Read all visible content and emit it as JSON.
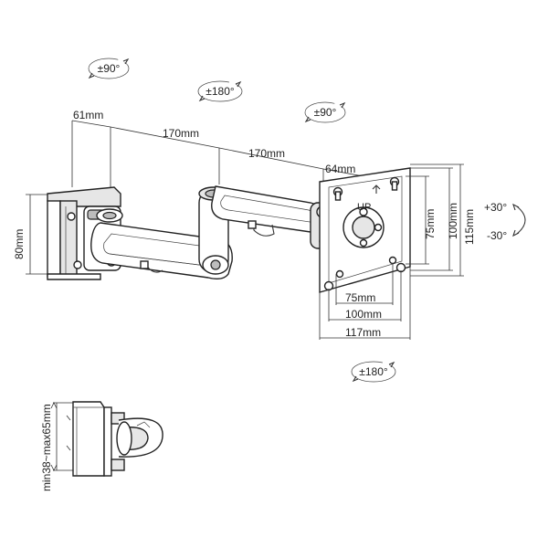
{
  "rotations": {
    "top_left": "±90°",
    "top_center": "±180°",
    "top_right": "±90°",
    "bottom_center": "±180°"
  },
  "tilt": {
    "up": "+30°",
    "down": "-30°"
  },
  "dimensions": {
    "clamp_width": "61mm",
    "arm1_length": "170mm",
    "arm2_length": "170mm",
    "head_offset": "64mm",
    "clamp_height": "80mm",
    "vesa_75_h": "75mm",
    "vesa_100_h": "100mm",
    "plate_height": "115mm",
    "vesa_75_w": "75mm",
    "vesa_100_w": "100mm",
    "plate_width": "117mm",
    "desk_thickness": "min38~max65mm"
  },
  "plate_marking": "UP"
}
